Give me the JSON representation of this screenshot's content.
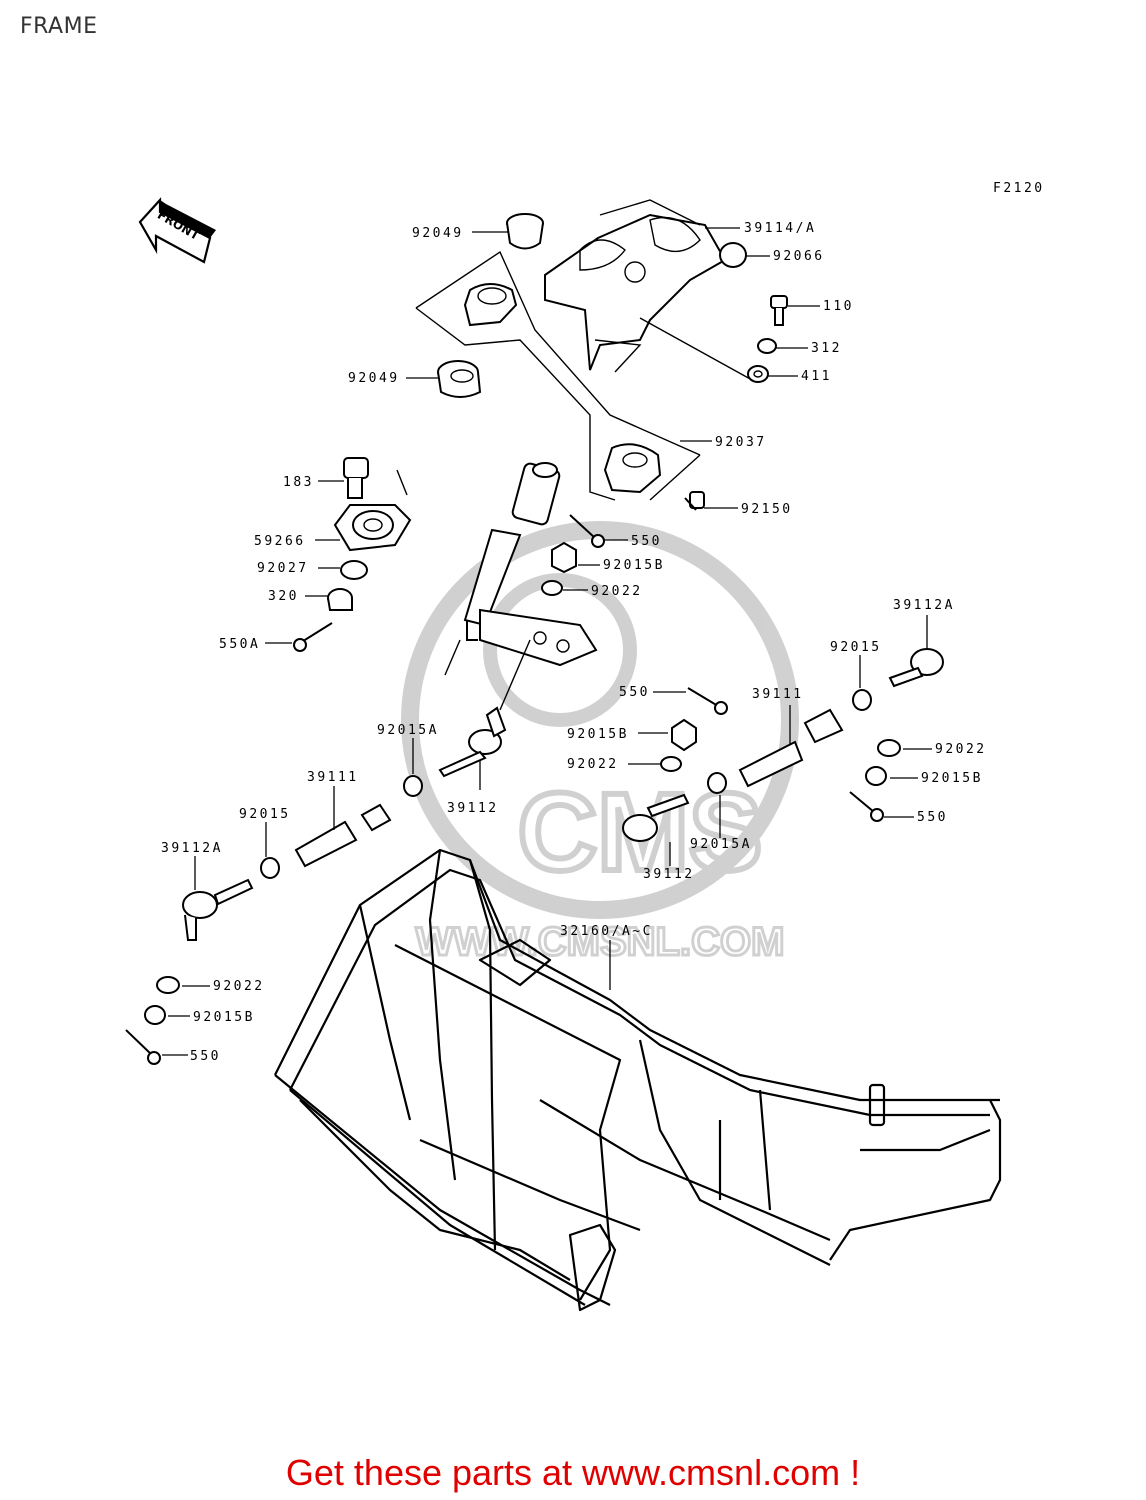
{
  "page": {
    "title": "FRAME",
    "figure_code": "F2120"
  },
  "front_arrow": {
    "label": "FRONT"
  },
  "watermark": {
    "text": "CMS",
    "domain": "WWW.CMSNL.COM"
  },
  "labels": [
    {
      "id": "l1",
      "text": "92049"
    },
    {
      "id": "l2",
      "text": "39114/A"
    },
    {
      "id": "l3",
      "text": "92066"
    },
    {
      "id": "l4",
      "text": "110"
    },
    {
      "id": "l5",
      "text": "312"
    },
    {
      "id": "l6",
      "text": "411"
    },
    {
      "id": "l7",
      "text": "92049"
    },
    {
      "id": "l8",
      "text": "92037"
    },
    {
      "id": "l9",
      "text": "183"
    },
    {
      "id": "l10",
      "text": "92150"
    },
    {
      "id": "l11",
      "text": "59266"
    },
    {
      "id": "l12",
      "text": "550"
    },
    {
      "id": "l13",
      "text": "92027"
    },
    {
      "id": "l14",
      "text": "92015B"
    },
    {
      "id": "l15",
      "text": "320"
    },
    {
      "id": "l16",
      "text": "92022"
    },
    {
      "id": "l17",
      "text": "550A"
    },
    {
      "id": "l18",
      "text": "39112A"
    },
    {
      "id": "l19",
      "text": "92015"
    },
    {
      "id": "l20",
      "text": "550"
    },
    {
      "id": "l21",
      "text": "39111"
    },
    {
      "id": "l22",
      "text": "92015A"
    },
    {
      "id": "l23",
      "text": "92015B"
    },
    {
      "id": "l24",
      "text": "92022"
    },
    {
      "id": "l25",
      "text": "92022"
    },
    {
      "id": "l26",
      "text": "92015B"
    },
    {
      "id": "l27",
      "text": "39111"
    },
    {
      "id": "l28",
      "text": "39112"
    },
    {
      "id": "l29",
      "text": "550"
    },
    {
      "id": "l30",
      "text": "92015"
    },
    {
      "id": "l31",
      "text": "92015A"
    },
    {
      "id": "l32",
      "text": "39112A"
    },
    {
      "id": "l33",
      "text": "39112"
    },
    {
      "id": "l34",
      "text": "32160/A~C"
    },
    {
      "id": "l35",
      "text": "92022"
    },
    {
      "id": "l36",
      "text": "92015B"
    },
    {
      "id": "l37",
      "text": "550"
    }
  ],
  "footer": {
    "cta": "Get these parts at www.cmsnl.com !"
  }
}
